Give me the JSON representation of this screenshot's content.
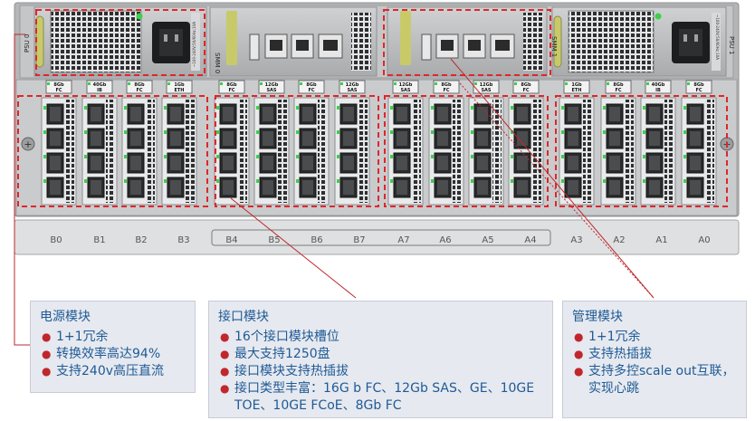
{
  "chassis": {
    "top_labels": [
      "PSU 0",
      "SMM 0",
      "SMM 1",
      "PSU 1"
    ],
    "psu_rating_text": "~100-240V;50/60Hz;10A",
    "card_labels": [
      "8Gb FC",
      "40Gb IB",
      "8Gb FC",
      "1Gb ETH",
      "8Gb FC",
      "12Gb SAS",
      "8Gb FC",
      "12Gb SAS",
      "12Gb SAS",
      "8Gb FC",
      "12Gb SAS",
      "8Gb FC",
      "1Gb ETH",
      "8Gb FC",
      "40Gb IB",
      "8Gb FC"
    ],
    "slot_labels": [
      "B0",
      "B1",
      "B2",
      "B3",
      "B4",
      "B5",
      "B6",
      "B7",
      "A7",
      "A6",
      "A5",
      "A4",
      "A3",
      "A2",
      "A1",
      "A0"
    ]
  },
  "callouts": {
    "power": {
      "title": "电源模块",
      "items": [
        "1+1冗余",
        "转换效率高达94%",
        "支持240v高压直流"
      ]
    },
    "interface": {
      "title": "接口模块",
      "items": [
        "16个接口模块槽位",
        "最大支持1250盘",
        "接口模块支持热插拔",
        "接口类型丰富：16G b FC、12Gb  SAS、GE、10GE TOE、10GE FCoE、8Gb FC"
      ]
    },
    "management": {
      "title": "管理模块",
      "items": [
        "1+1冗余",
        "支持热插拔",
        "支持多控scale out互联，实现心跳"
      ]
    }
  },
  "colors": {
    "chassis": "#b9bbbd",
    "panel": "#d6d7d8",
    "highlight_dash": "#e0262a",
    "leader_line": "#c0272d",
    "callout_bg": "#e6e9ef",
    "callout_text": "#1f5a96",
    "led_green": "#3bd14a"
  }
}
